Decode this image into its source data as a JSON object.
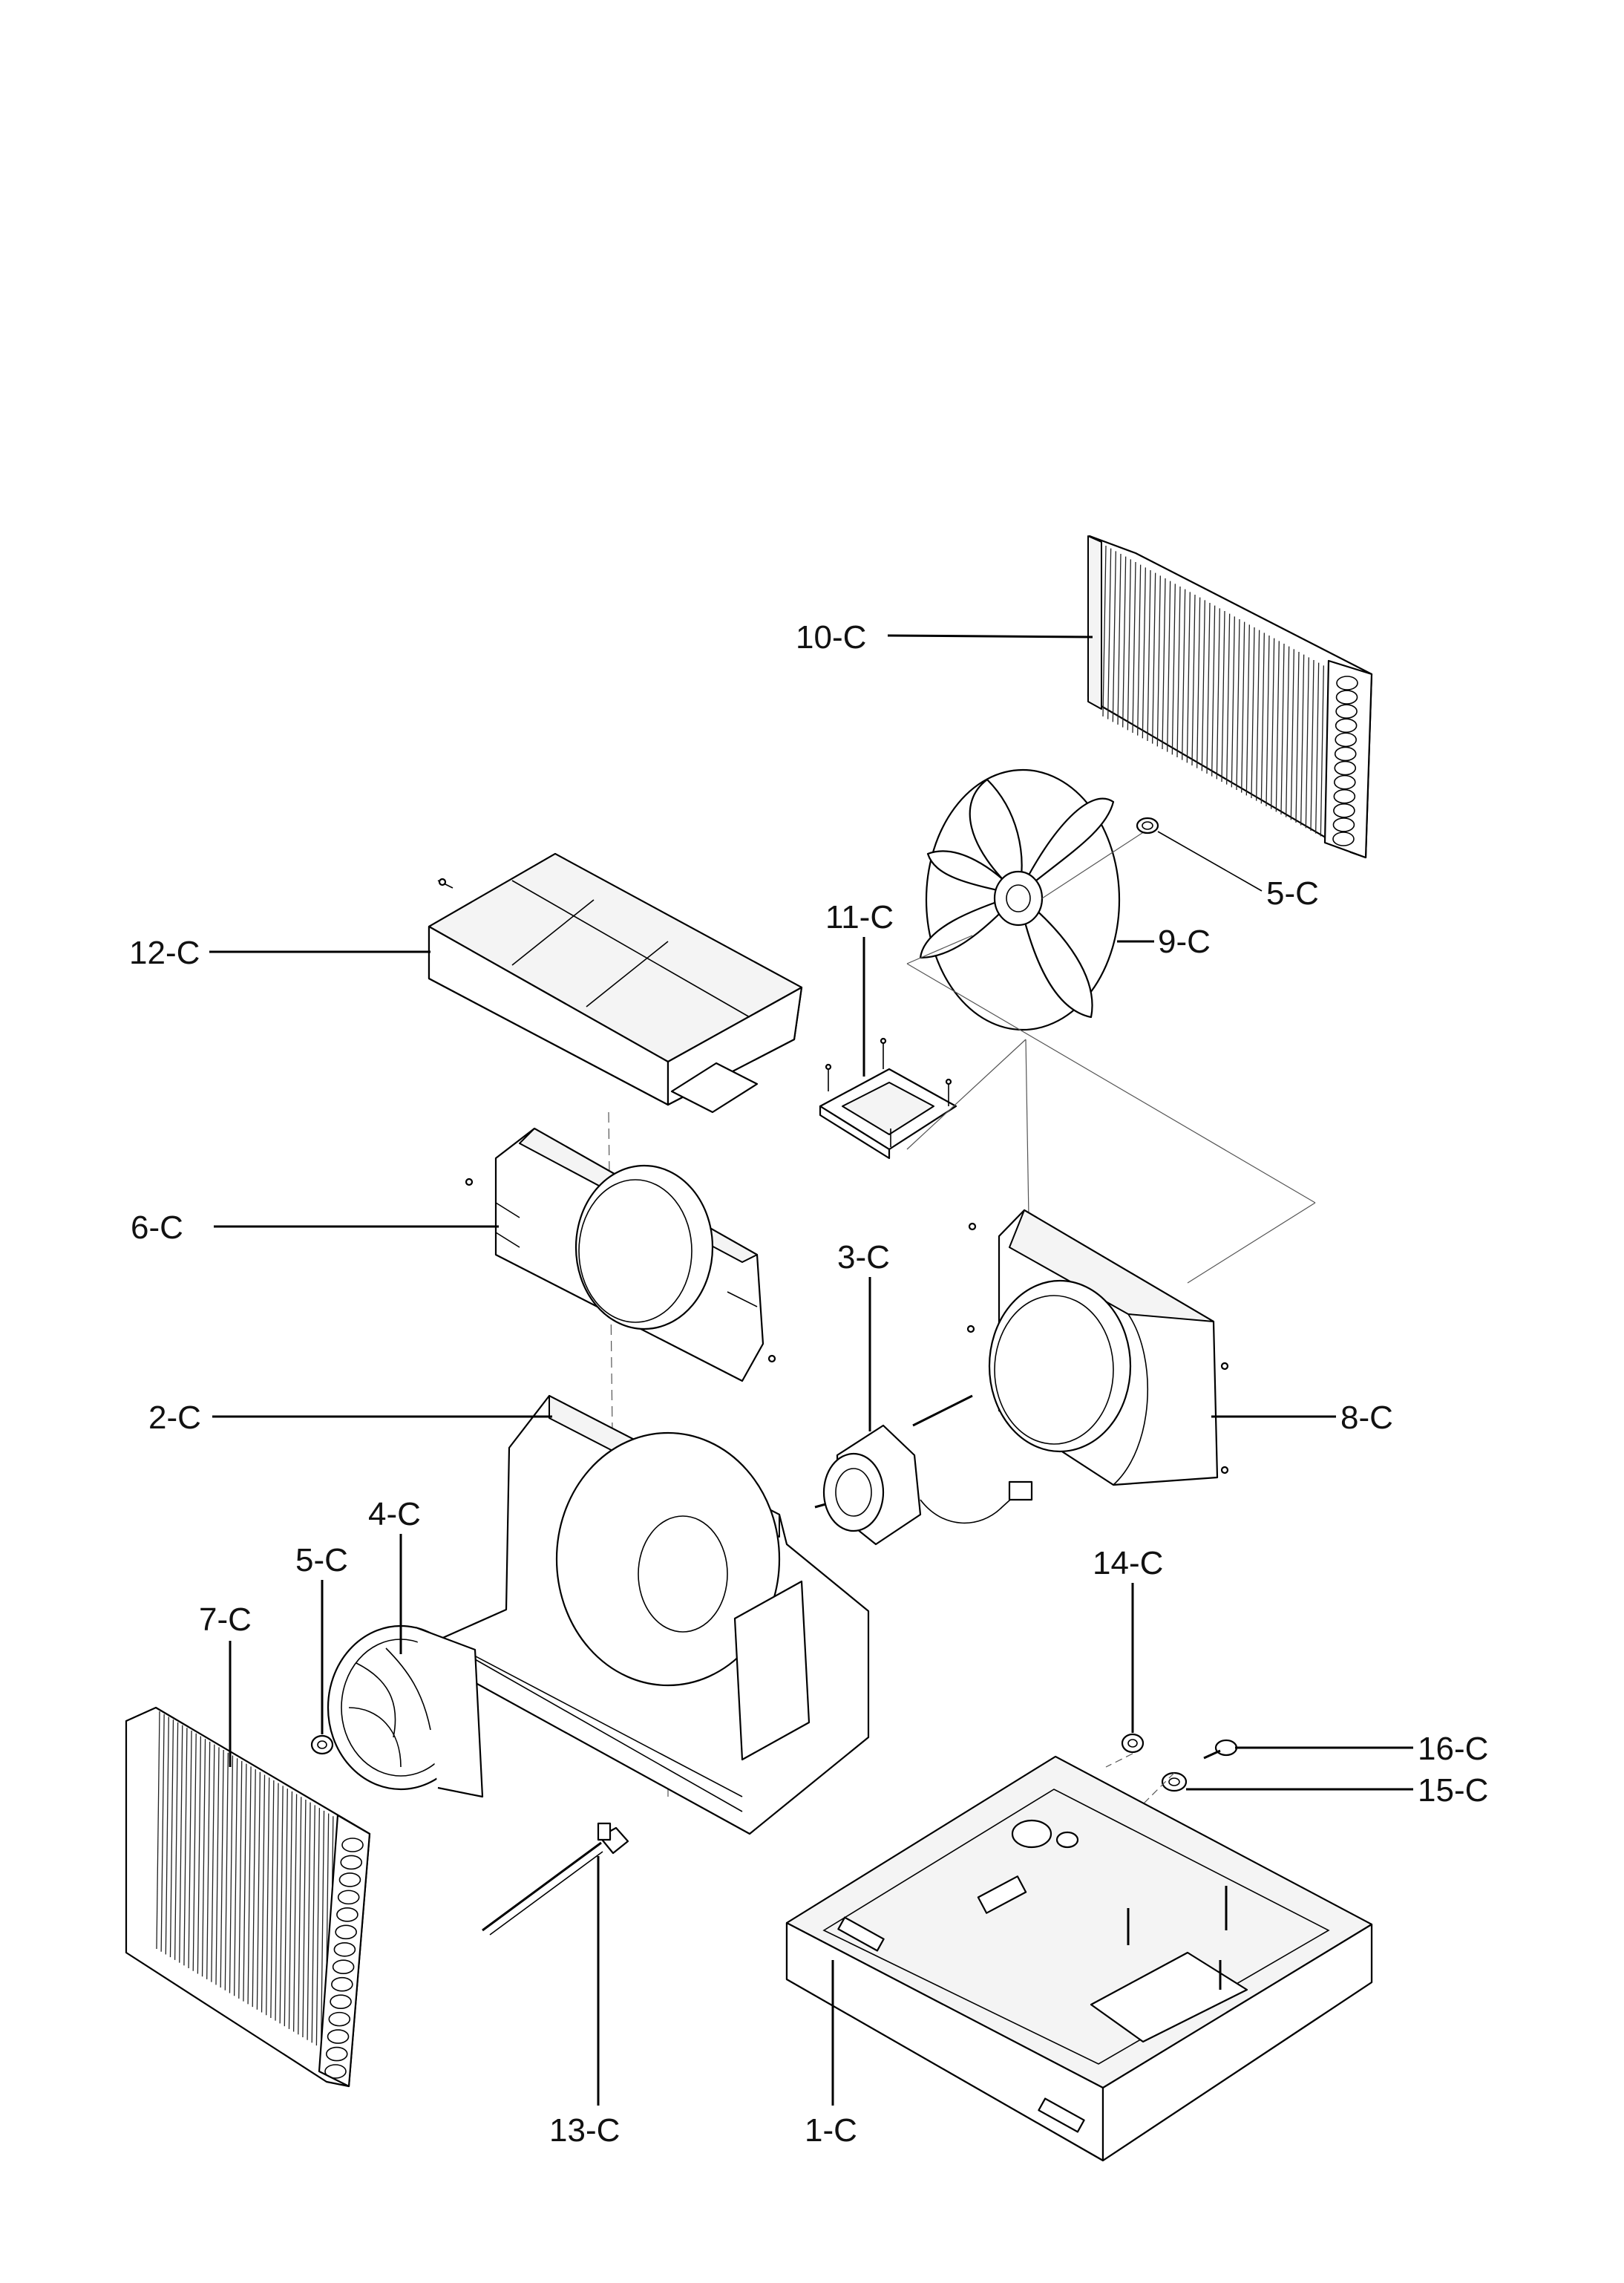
{
  "labels": {
    "p10c": "10-C",
    "p5c_top": "5-C",
    "p9c": "9-C",
    "p11c": "11-C",
    "p12c": "12-C",
    "p6c": "6-C",
    "p3c": "3-C",
    "p8c": "8-C",
    "p2c": "2-C",
    "p4c": "4-C",
    "p5c_bottom": "5-C",
    "p7c": "7-C",
    "p14c": "14-C",
    "p16c": "16-C",
    "p15c": "15-C",
    "p13c": "13-C",
    "p1c": "1-C"
  }
}
